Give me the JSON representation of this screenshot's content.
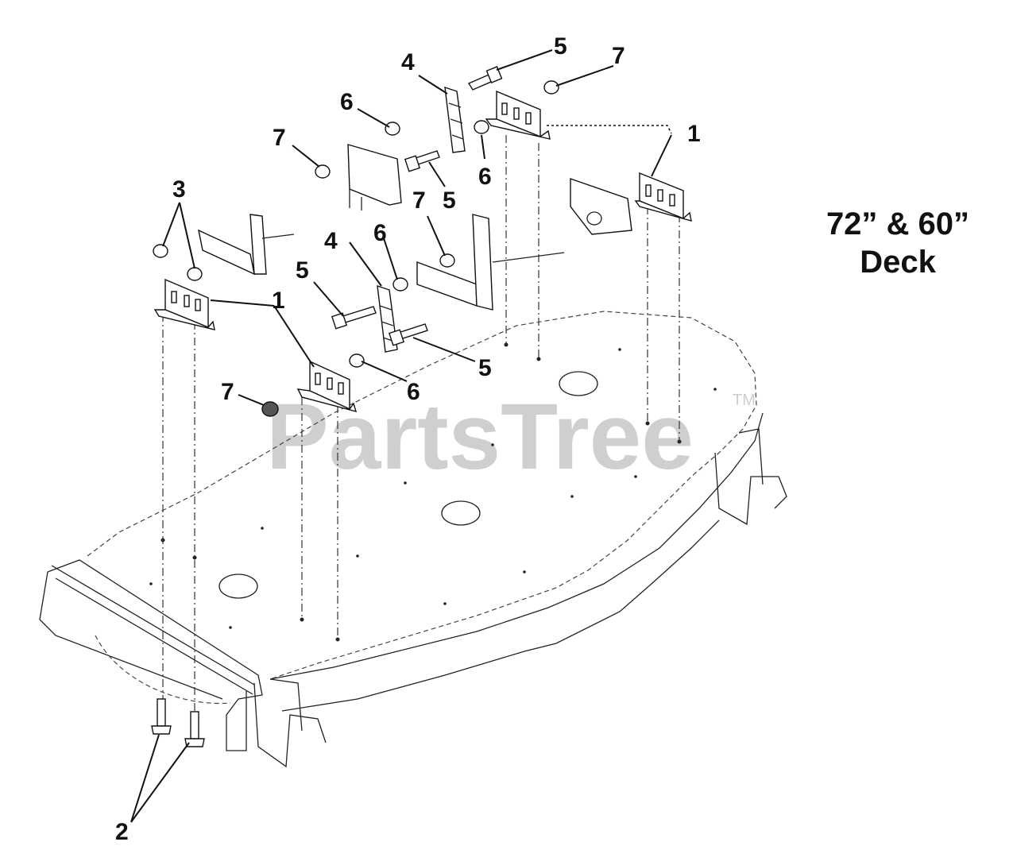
{
  "title": {
    "line1": "72” & 60”",
    "line2": "Deck"
  },
  "watermark": {
    "text": "PartsTree",
    "trademark": "TM"
  },
  "callouts": [
    {
      "number": "1"
    },
    {
      "number": "1"
    },
    {
      "number": "2"
    },
    {
      "number": "3"
    },
    {
      "number": "4"
    },
    {
      "number": "4"
    },
    {
      "number": "5"
    },
    {
      "number": "5"
    },
    {
      "number": "5"
    },
    {
      "number": "5"
    },
    {
      "number": "6"
    },
    {
      "number": "6"
    },
    {
      "number": "6"
    },
    {
      "number": "6"
    },
    {
      "number": "7"
    },
    {
      "number": "7"
    },
    {
      "number": "7"
    },
    {
      "number": "7"
    }
  ]
}
